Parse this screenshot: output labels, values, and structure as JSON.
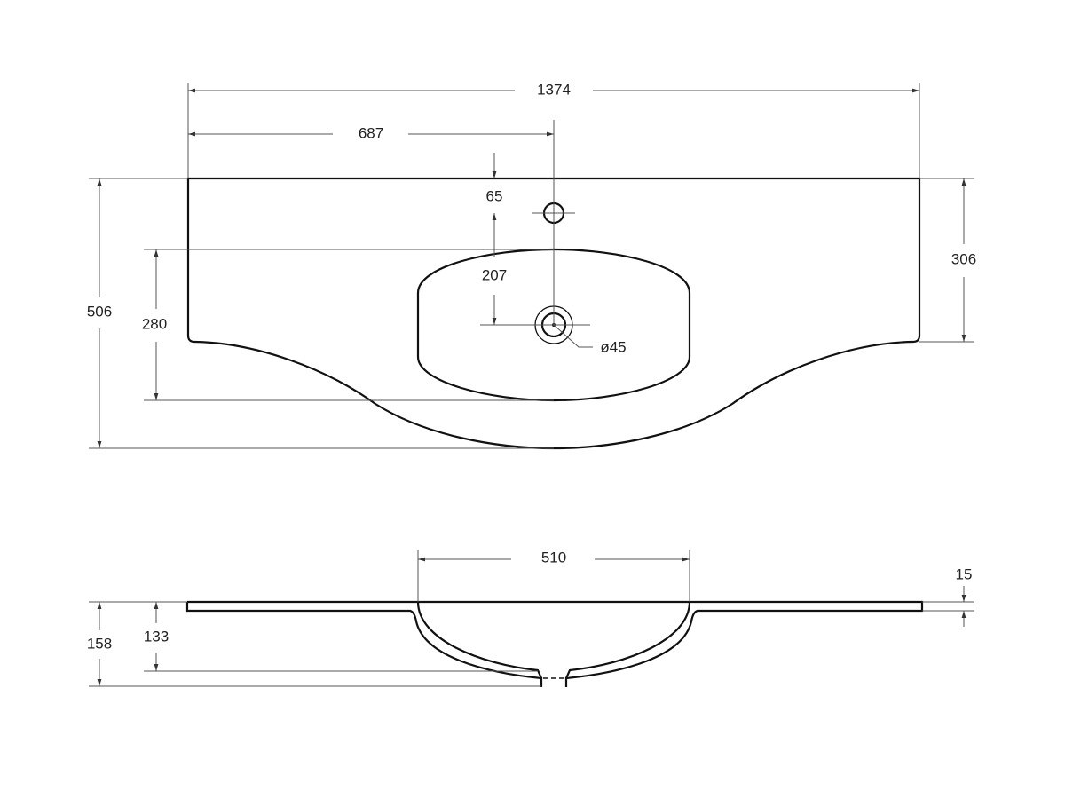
{
  "top_view": {
    "dims": {
      "total_width": "1374",
      "half_width": "687",
      "tap_offset": "65",
      "tap_to_drain": "207",
      "right_depth": "306",
      "total_depth": "506",
      "bowl_depth": "280",
      "drain_diameter": "ø45"
    }
  },
  "side_view": {
    "dims": {
      "bowl_width": "510",
      "slab_thickness": "15",
      "total_height": "158",
      "bowl_height": "133"
    }
  },
  "colors": {
    "line": "#111111",
    "dimension": "#555555"
  }
}
